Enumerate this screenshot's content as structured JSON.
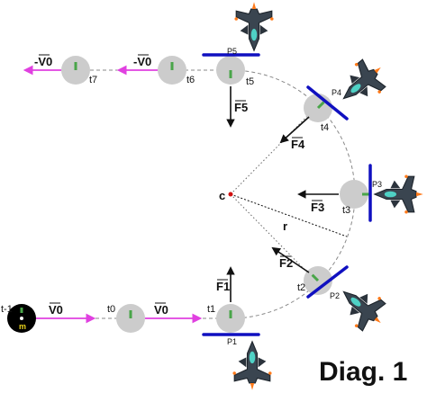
{
  "title": "Diag. 1",
  "center_label": "c",
  "radius_label": "r",
  "mass_label": "m",
  "times": {
    "t_minus1": "t-1",
    "t0": "t0",
    "t1": "t1",
    "t2": "t2",
    "t3": "t3",
    "t4": "t4",
    "t5": "t5",
    "t6": "t6",
    "t7": "t7"
  },
  "forces": {
    "F1": "F1",
    "F2": "F2",
    "F3": "F3",
    "F4": "F4",
    "F5": "F5"
  },
  "paddles": {
    "P1": "P1",
    "P2": "P2",
    "P3": "P3",
    "P4": "P4",
    "P5": "P5"
  },
  "velocities": {
    "v0_a": "V0",
    "v0_b": "V0",
    "neg_v0_a": "-V0",
    "neg_v0_b": "-V0"
  },
  "colors": {
    "velocity": "#e040e0",
    "paddle": "#1010c0",
    "ball": "#cccccc",
    "mass_ball": "#000000",
    "stripe": "#49a549",
    "path": "#888888"
  }
}
